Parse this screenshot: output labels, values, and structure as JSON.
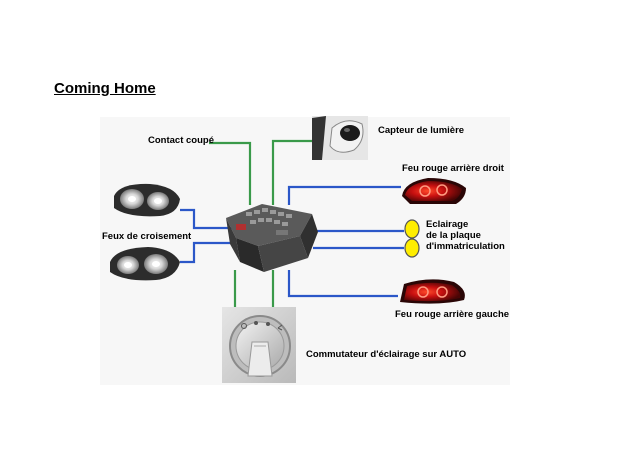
{
  "title": "Coming Home",
  "labels": {
    "contact": "Contact coupé",
    "capteur": "Capteur de lumière",
    "feu_droit": "Feu rouge arrière droit",
    "feux_croisement": "Feux de croisement",
    "eclairage_1": "Eclairage",
    "eclairage_2": "de la plaque",
    "eclairage_3": "d'immatriculation",
    "feu_gauche": "Feu rouge arrière gauche",
    "commutateur": "Commutateur d'éclairage sur AUTO"
  },
  "colors": {
    "green_wire": "#3a9a4a",
    "blue_wire": "#2b57c8",
    "plate_lamp": "#ffee00"
  }
}
